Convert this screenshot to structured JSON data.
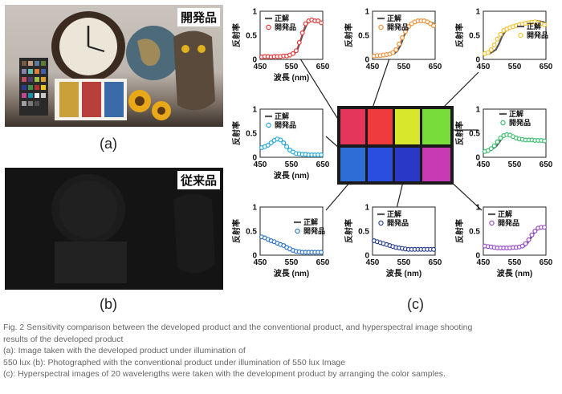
{
  "panel_a": {
    "tag": "開発品",
    "label": "(a)"
  },
  "panel_b": {
    "tag": "従来品",
    "label": "(b)"
  },
  "panel_c": {
    "label": "(c)"
  },
  "caption": {
    "line1": "Fig. 2 Sensitivity comparison between the developed product and the conventional product, and hyperspectral image shooting",
    "line2": "results of the developed product",
    "line3": "(a): Image taken with the developed product under illumination of",
    "line4": "550 lux (b): Photographed with the conventional product under illumination of 550 lux Image",
    "line5": "(c): Hyperspectral images of 20 wavelengths were taken with the development product by arranging the color samples."
  },
  "chart_data": [
    {
      "type": "line",
      "id": "top-left",
      "ylabel": "反射率",
      "xlabel": "波長 (nm)",
      "xlim": [
        450,
        650
      ],
      "ylim": [
        0,
        1
      ],
      "xticks": [
        450,
        550,
        650
      ],
      "yticks": [
        0,
        0.5,
        1
      ],
      "legend": [
        "正解",
        "開発品"
      ],
      "legend_position": "left",
      "series": [
        {
          "name": "正解",
          "color": "#555555",
          "x": [
            450,
            480,
            500,
            520,
            540,
            560,
            570,
            580,
            590,
            600,
            610,
            620,
            630,
            640,
            650
          ],
          "y": [
            0.05,
            0.05,
            0.05,
            0.06,
            0.08,
            0.12,
            0.22,
            0.4,
            0.6,
            0.74,
            0.8,
            0.8,
            0.79,
            0.77,
            0.75
          ]
        },
        {
          "name": "開発品",
          "color": "#e23b3b",
          "x": [
            455,
            465,
            475,
            485,
            495,
            505,
            515,
            525,
            535,
            545,
            555,
            565,
            575,
            585,
            595,
            605,
            615,
            625,
            635,
            645
          ],
          "y": [
            0.05,
            0.06,
            0.06,
            0.05,
            0.06,
            0.06,
            0.06,
            0.07,
            0.07,
            0.09,
            0.12,
            0.18,
            0.35,
            0.55,
            0.74,
            0.8,
            0.82,
            0.8,
            0.8,
            0.76
          ]
        }
      ]
    },
    {
      "type": "line",
      "id": "top-middle",
      "ylabel": "反射率",
      "xlabel": "",
      "xlim": [
        450,
        650
      ],
      "ylim": [
        0,
        1
      ],
      "xticks": [
        450,
        550,
        650
      ],
      "yticks": [
        0,
        0.5,
        1
      ],
      "legend": [
        "正解",
        "開発品"
      ],
      "legend_position": "left",
      "series": [
        {
          "name": "正解",
          "color": "#555555",
          "x": [
            450,
            480,
            500,
            520,
            530,
            540,
            550,
            560,
            570,
            580,
            600,
            620,
            640,
            650
          ],
          "y": [
            0.08,
            0.08,
            0.09,
            0.12,
            0.18,
            0.3,
            0.48,
            0.62,
            0.72,
            0.78,
            0.8,
            0.8,
            0.76,
            0.72
          ]
        },
        {
          "name": "開発品",
          "color": "#f0913a",
          "x": [
            455,
            465,
            475,
            485,
            495,
            505,
            515,
            525,
            535,
            545,
            555,
            565,
            575,
            585,
            595,
            605,
            615,
            625,
            635,
            645
          ],
          "y": [
            0.07,
            0.08,
            0.08,
            0.09,
            0.1,
            0.11,
            0.14,
            0.2,
            0.32,
            0.45,
            0.58,
            0.68,
            0.74,
            0.78,
            0.8,
            0.8,
            0.8,
            0.78,
            0.74,
            0.7
          ]
        }
      ]
    },
    {
      "type": "line",
      "id": "top-right",
      "ylabel": "反射率",
      "xlabel": "",
      "xlim": [
        450,
        650
      ],
      "ylim": [
        0,
        1
      ],
      "xticks": [
        450,
        550,
        650
      ],
      "yticks": [
        0,
        0.5,
        1
      ],
      "legend": [
        "正解",
        "開発品"
      ],
      "legend_position": "right",
      "series": [
        {
          "name": "正解",
          "color": "#555555",
          "x": [
            450,
            470,
            490,
            500,
            510,
            520,
            530,
            540,
            560,
            580,
            600,
            620,
            640,
            650
          ],
          "y": [
            0.1,
            0.12,
            0.2,
            0.32,
            0.48,
            0.58,
            0.64,
            0.68,
            0.72,
            0.76,
            0.79,
            0.8,
            0.78,
            0.75
          ]
        },
        {
          "name": "開発品",
          "color": "#f3c22e",
          "x": [
            455,
            465,
            475,
            485,
            495,
            505,
            515,
            525,
            535,
            545,
            555,
            565,
            575,
            585,
            595,
            605,
            615,
            625,
            635,
            645
          ],
          "y": [
            0.12,
            0.14,
            0.2,
            0.3,
            0.42,
            0.52,
            0.6,
            0.63,
            0.66,
            0.68,
            0.7,
            0.72,
            0.73,
            0.75,
            0.76,
            0.77,
            0.78,
            0.76,
            0.74,
            0.72
          ]
        }
      ]
    },
    {
      "type": "line",
      "id": "middle-left",
      "ylabel": "反射率",
      "xlabel": "波長 (nm)",
      "xlim": [
        450,
        650
      ],
      "ylim": [
        0,
        1
      ],
      "xticks": [
        450,
        550,
        650
      ],
      "yticks": [
        0,
        0.5,
        1
      ],
      "legend": [
        "正解",
        "開発品"
      ],
      "legend_position": "left",
      "series": [
        {
          "name": "正解",
          "color": "#555555",
          "x": [
            450,
            470,
            490,
            500,
            510,
            520,
            530,
            540,
            560,
            580,
            600,
            620,
            650
          ],
          "y": [
            0.18,
            0.22,
            0.3,
            0.36,
            0.38,
            0.34,
            0.26,
            0.18,
            0.1,
            0.07,
            0.06,
            0.05,
            0.05
          ]
        },
        {
          "name": "開発品",
          "color": "#2aa9d6",
          "x": [
            455,
            465,
            475,
            485,
            495,
            505,
            515,
            525,
            535,
            545,
            555,
            565,
            575,
            585,
            595,
            605,
            615,
            625,
            635,
            645
          ],
          "y": [
            0.2,
            0.22,
            0.25,
            0.3,
            0.35,
            0.38,
            0.36,
            0.3,
            0.22,
            0.15,
            0.11,
            0.08,
            0.07,
            0.06,
            0.06,
            0.05,
            0.05,
            0.05,
            0.05,
            0.05
          ]
        }
      ]
    },
    {
      "type": "line",
      "id": "middle-right",
      "ylabel": "反射率",
      "xlabel": "",
      "xlim": [
        450,
        650
      ],
      "ylim": [
        0,
        1
      ],
      "xticks": [
        450,
        550,
        650
      ],
      "yticks": [
        0,
        0.5,
        1
      ],
      "legend": [
        "正解",
        "開発品"
      ],
      "legend_position": "top",
      "series": [
        {
          "name": "正解",
          "color": "#555555",
          "x": [
            450,
            470,
            490,
            500,
            510,
            520,
            530,
            540,
            560,
            580,
            600,
            620,
            650
          ],
          "y": [
            0.12,
            0.14,
            0.22,
            0.3,
            0.4,
            0.46,
            0.47,
            0.44,
            0.4,
            0.37,
            0.36,
            0.35,
            0.35
          ]
        },
        {
          "name": "開発品",
          "color": "#3dbf6e",
          "x": [
            455,
            465,
            475,
            485,
            495,
            505,
            515,
            525,
            535,
            545,
            555,
            565,
            575,
            585,
            595,
            605,
            615,
            625,
            635,
            645
          ],
          "y": [
            0.12,
            0.14,
            0.18,
            0.24,
            0.32,
            0.4,
            0.45,
            0.47,
            0.46,
            0.43,
            0.4,
            0.38,
            0.37,
            0.36,
            0.36,
            0.36,
            0.35,
            0.35,
            0.35,
            0.34
          ]
        }
      ]
    },
    {
      "type": "line",
      "id": "bottom-left",
      "ylabel": "反射率",
      "xlabel": "波長 (nm)",
      "xlim": [
        450,
        650
      ],
      "ylim": [
        0,
        1
      ],
      "xticks": [
        450,
        550,
        650
      ],
      "yticks": [
        0,
        0.5,
        1
      ],
      "legend": [
        "正解",
        "開発品"
      ],
      "legend_position": "right",
      "series": [
        {
          "name": "正解",
          "color": "#555555",
          "x": [
            450,
            470,
            490,
            510,
            530,
            550,
            570,
            590,
            610,
            630,
            650
          ],
          "y": [
            0.36,
            0.34,
            0.3,
            0.25,
            0.18,
            0.12,
            0.08,
            0.06,
            0.06,
            0.06,
            0.06
          ]
        },
        {
          "name": "開発品",
          "color": "#2e74c9",
          "x": [
            455,
            465,
            475,
            485,
            495,
            505,
            515,
            525,
            535,
            545,
            555,
            565,
            575,
            585,
            595,
            605,
            615,
            625,
            635,
            645
          ],
          "y": [
            0.38,
            0.36,
            0.33,
            0.3,
            0.28,
            0.25,
            0.22,
            0.2,
            0.16,
            0.13,
            0.1,
            0.08,
            0.07,
            0.06,
            0.06,
            0.06,
            0.06,
            0.06,
            0.06,
            0.06
          ]
        }
      ]
    },
    {
      "type": "line",
      "id": "bottom-middle",
      "ylabel": "反射率",
      "xlabel": "波長 (nm)",
      "xlim": [
        450,
        650
      ],
      "ylim": [
        0,
        1
      ],
      "xticks": [
        450,
        550,
        650
      ],
      "yticks": [
        0,
        0.5,
        1
      ],
      "legend": [
        "正解",
        "開発品"
      ],
      "legend_position": "left",
      "series": [
        {
          "name": "正解",
          "color": "#555555",
          "x": [
            450,
            480,
            510,
            540,
            570,
            600,
            630,
            650
          ],
          "y": [
            0.3,
            0.24,
            0.18,
            0.14,
            0.12,
            0.12,
            0.12,
            0.12
          ]
        },
        {
          "name": "開発品",
          "color": "#2a3f8f",
          "x": [
            455,
            465,
            475,
            485,
            495,
            505,
            515,
            525,
            535,
            545,
            555,
            565,
            575,
            585,
            595,
            605,
            615,
            625,
            635,
            645
          ],
          "y": [
            0.3,
            0.28,
            0.26,
            0.24,
            0.22,
            0.2,
            0.18,
            0.16,
            0.15,
            0.14,
            0.13,
            0.12,
            0.12,
            0.12,
            0.12,
            0.12,
            0.12,
            0.12,
            0.12,
            0.12
          ]
        }
      ]
    },
    {
      "type": "line",
      "id": "bottom-right",
      "ylabel": "反射率",
      "xlabel": "波長 (nm)",
      "xlim": [
        450,
        650
      ],
      "ylim": [
        0,
        1
      ],
      "xticks": [
        450,
        550,
        650
      ],
      "yticks": [
        0,
        0.5,
        1
      ],
      "legend": [
        "正解",
        "開発品"
      ],
      "legend_position": "left",
      "series": [
        {
          "name": "正解",
          "color": "#555555",
          "x": [
            450,
            480,
            510,
            540,
            560,
            580,
            590,
            600,
            610,
            620,
            630,
            640,
            650
          ],
          "y": [
            0.18,
            0.16,
            0.15,
            0.15,
            0.16,
            0.18,
            0.24,
            0.34,
            0.44,
            0.52,
            0.56,
            0.58,
            0.58
          ]
        },
        {
          "name": "開発品",
          "color": "#9b4fc8",
          "x": [
            455,
            465,
            475,
            485,
            495,
            505,
            515,
            525,
            535,
            545,
            555,
            565,
            575,
            585,
            595,
            605,
            615,
            625,
            635,
            645
          ],
          "y": [
            0.19,
            0.18,
            0.17,
            0.16,
            0.15,
            0.15,
            0.15,
            0.15,
            0.15,
            0.16,
            0.16,
            0.17,
            0.19,
            0.24,
            0.32,
            0.42,
            0.5,
            0.56,
            0.58,
            0.58
          ]
        }
      ]
    }
  ]
}
